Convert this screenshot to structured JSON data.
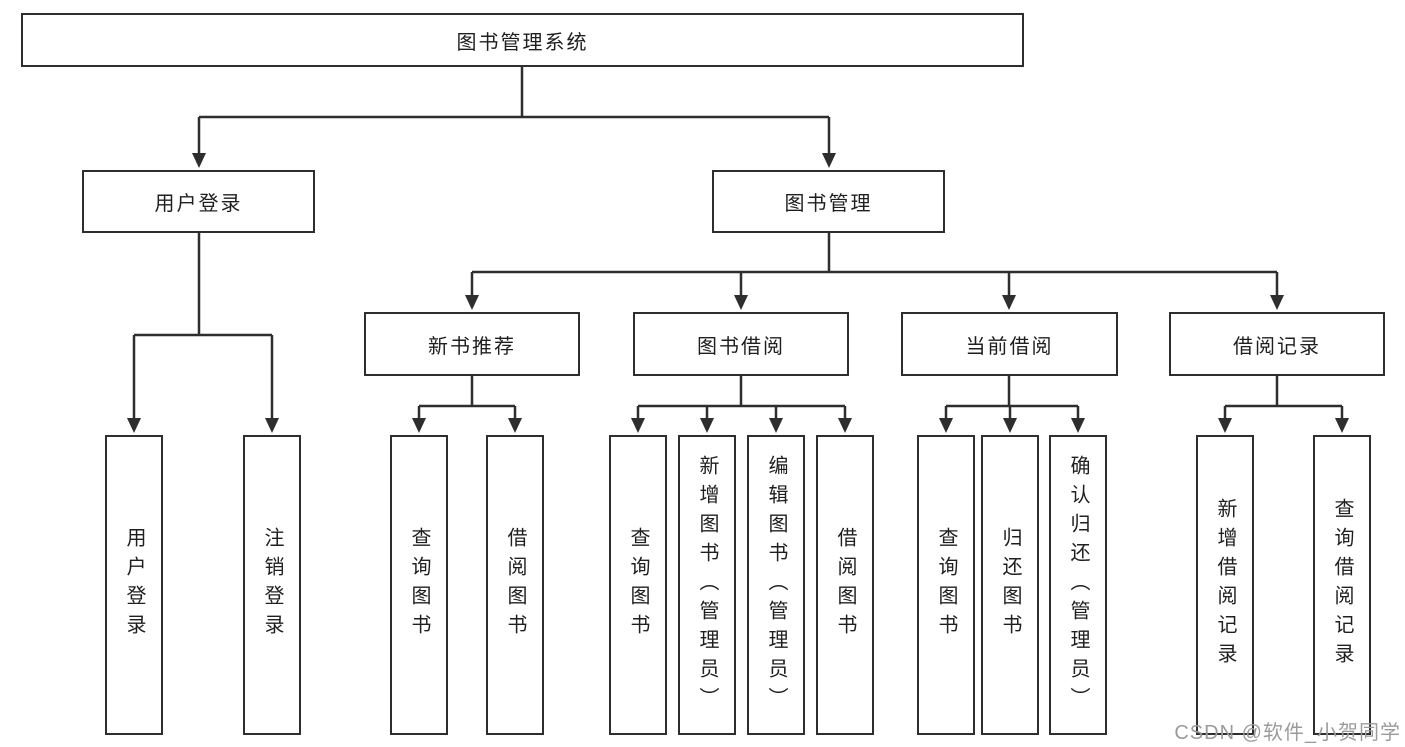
{
  "diagram": {
    "root": {
      "label": "图书管理系统"
    },
    "level2": [
      {
        "id": "user-login",
        "label": "用户登录"
      },
      {
        "id": "book-management",
        "label": "图书管理"
      }
    ],
    "level3": [
      {
        "id": "new-book-recommend",
        "label": "新书推荐"
      },
      {
        "id": "book-borrowing",
        "label": "图书借阅"
      },
      {
        "id": "current-borrowing",
        "label": "当前借阅"
      },
      {
        "id": "borrowing-records",
        "label": "借阅记录"
      }
    ],
    "leaves": [
      {
        "id": "user-login",
        "parent": "user-login",
        "label": "用户登录"
      },
      {
        "id": "logout",
        "parent": "user-login",
        "label": "注销登录"
      },
      {
        "id": "query-books-recommend",
        "parent": "new-book-recommend",
        "label": "查询图书"
      },
      {
        "id": "borrow-books-recommend",
        "parent": "new-book-recommend",
        "label": "借阅图书"
      },
      {
        "id": "query-books-borrow",
        "parent": "book-borrowing",
        "label": "查询图书"
      },
      {
        "id": "add-books-admin",
        "parent": "book-borrowing",
        "label": "新增图书（管理员）"
      },
      {
        "id": "edit-books-admin",
        "parent": "book-borrowing",
        "label": "编辑图书（管理员）"
      },
      {
        "id": "borrow-books",
        "parent": "book-borrowing",
        "label": "借阅图书"
      },
      {
        "id": "query-books-current",
        "parent": "current-borrowing",
        "label": "查询图书"
      },
      {
        "id": "return-books",
        "parent": "current-borrowing",
        "label": "归还图书"
      },
      {
        "id": "confirm-return-admin",
        "parent": "current-borrowing",
        "label": "确认归还（管理员）"
      },
      {
        "id": "add-borrow-record",
        "parent": "borrowing-records",
        "label": "新增借阅记录"
      },
      {
        "id": "query-borrow-record",
        "parent": "borrowing-records",
        "label": "查询借阅记录"
      }
    ]
  },
  "watermark": {
    "text": "CSDN @软件_小贺同学"
  },
  "colors": {
    "line": "#2e2e2e",
    "box_border": "#2e2e2e",
    "box_fill": "#ffffff",
    "text": "#1f1f1f",
    "watermark": "#9b9b9b",
    "background": "#ffffff"
  }
}
